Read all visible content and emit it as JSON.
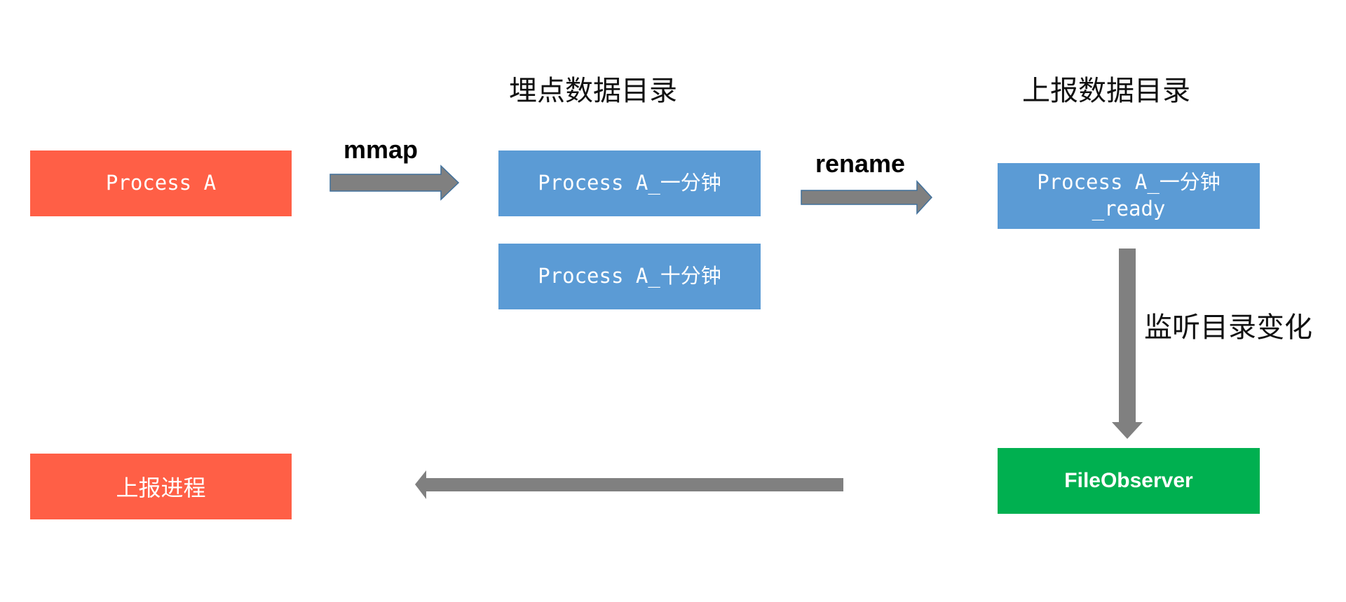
{
  "headings": {
    "buried_dir": "埋点数据目录",
    "report_dir": "上报数据目录"
  },
  "edges": {
    "mmap": "mmap",
    "rename": "rename",
    "watch": "监听目录变化"
  },
  "nodes": {
    "process_a": "Process A",
    "one_minute": "Process A_一分钟",
    "ten_minute": "Process A_十分钟",
    "ready_line1": "Process A_一分钟",
    "ready_line2": "_ready",
    "file_observer": "FileObserver",
    "report_process": "上报进程"
  },
  "colors": {
    "process": "#ff5f46",
    "file": "#5b9bd5",
    "observer": "#00b050",
    "arrow": "#808080",
    "arrow_outline": "#41719c"
  }
}
